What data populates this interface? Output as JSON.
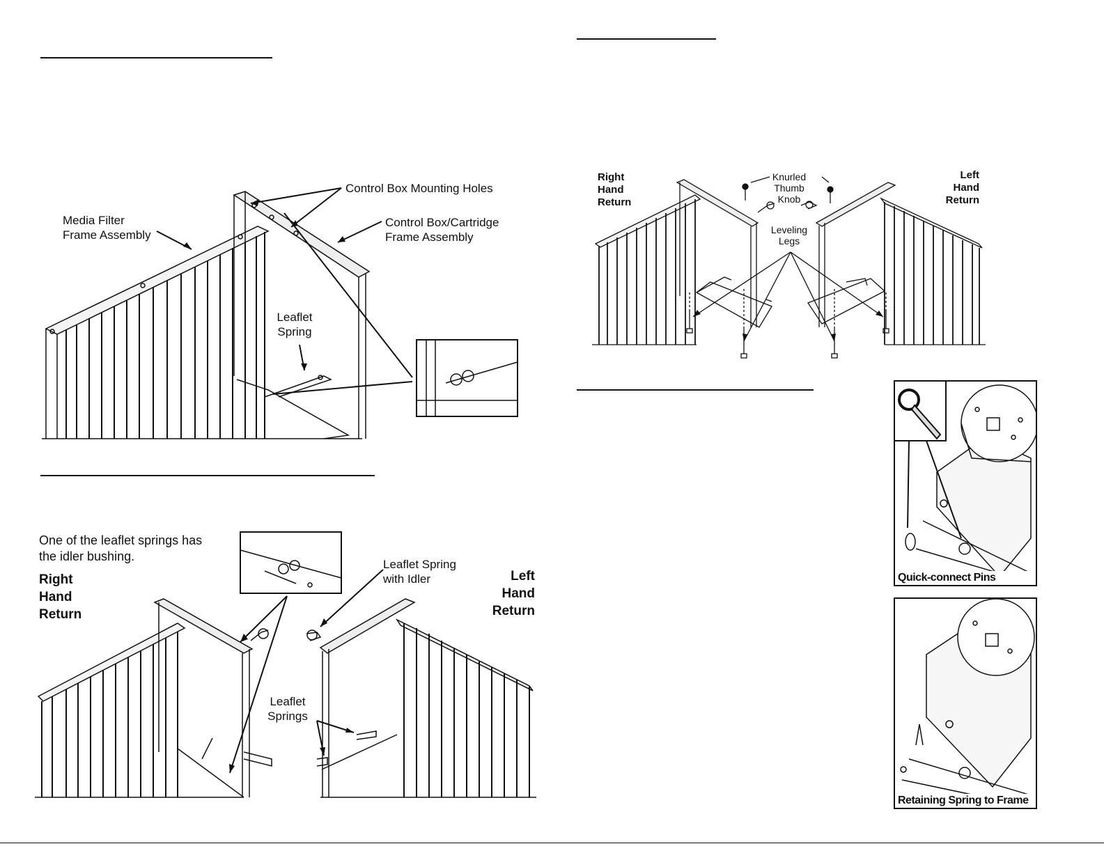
{
  "figure1": {
    "control_box_mounting_holes": "Control Box Mounting Holes",
    "media_filter_line1": "Media Filter",
    "media_filter_line2": "Frame Assembly",
    "control_box_line1": "Control Box/Cartridge",
    "control_box_line2": "Frame Assembly",
    "leaflet_line1": "Leaflet",
    "leaflet_line2": "Spring"
  },
  "figure2": {
    "note_line1": "One of the leaflet springs has",
    "note_line2": "the idler bushing.",
    "right_line1": "Right",
    "right_line2": "Hand",
    "right_line3": "Return",
    "left_line1": "Left",
    "left_line2": "Hand",
    "left_line3": "Return",
    "idler_line1": "Leaflet Spring",
    "idler_line2": "with Idler",
    "springs_line1": "Leaflet",
    "springs_line2": "Springs"
  },
  "figure3": {
    "right_line1": "Right",
    "right_line2": "Hand",
    "right_line3": "Return",
    "left_line1": "Left",
    "left_line2": "Hand",
    "left_line3": "Return",
    "knurled_line1": "Knurled",
    "knurled_line2": "Thumb",
    "knurled_line3": "Knob",
    "leveling_line1": "Leveling",
    "leveling_line2": "Legs"
  },
  "figure4": {
    "caption_top": "Quick-connect Pins",
    "caption_bottom": "Retaining Spring to Frame"
  }
}
